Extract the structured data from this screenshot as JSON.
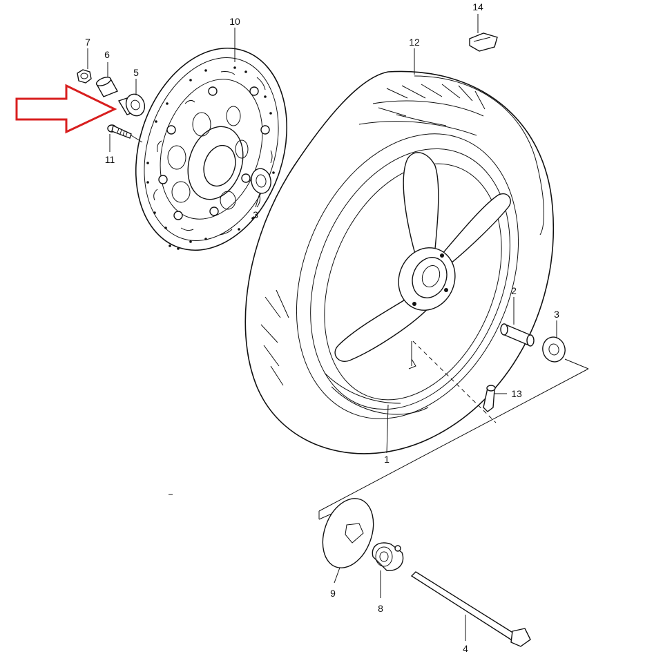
{
  "callouts": {
    "c1": "1",
    "c2": "2",
    "c3a": "3",
    "c3b": "3",
    "c4": "4",
    "c5": "5",
    "c6": "6",
    "c7": "7",
    "c8": "8",
    "c9": "9",
    "c10": "10",
    "c11": "11",
    "c12": "12",
    "c13": "13",
    "c14": "14"
  },
  "highlight": {
    "arrow_color": "#d81e1e",
    "points_to": "5"
  },
  "line_color": "#111111"
}
